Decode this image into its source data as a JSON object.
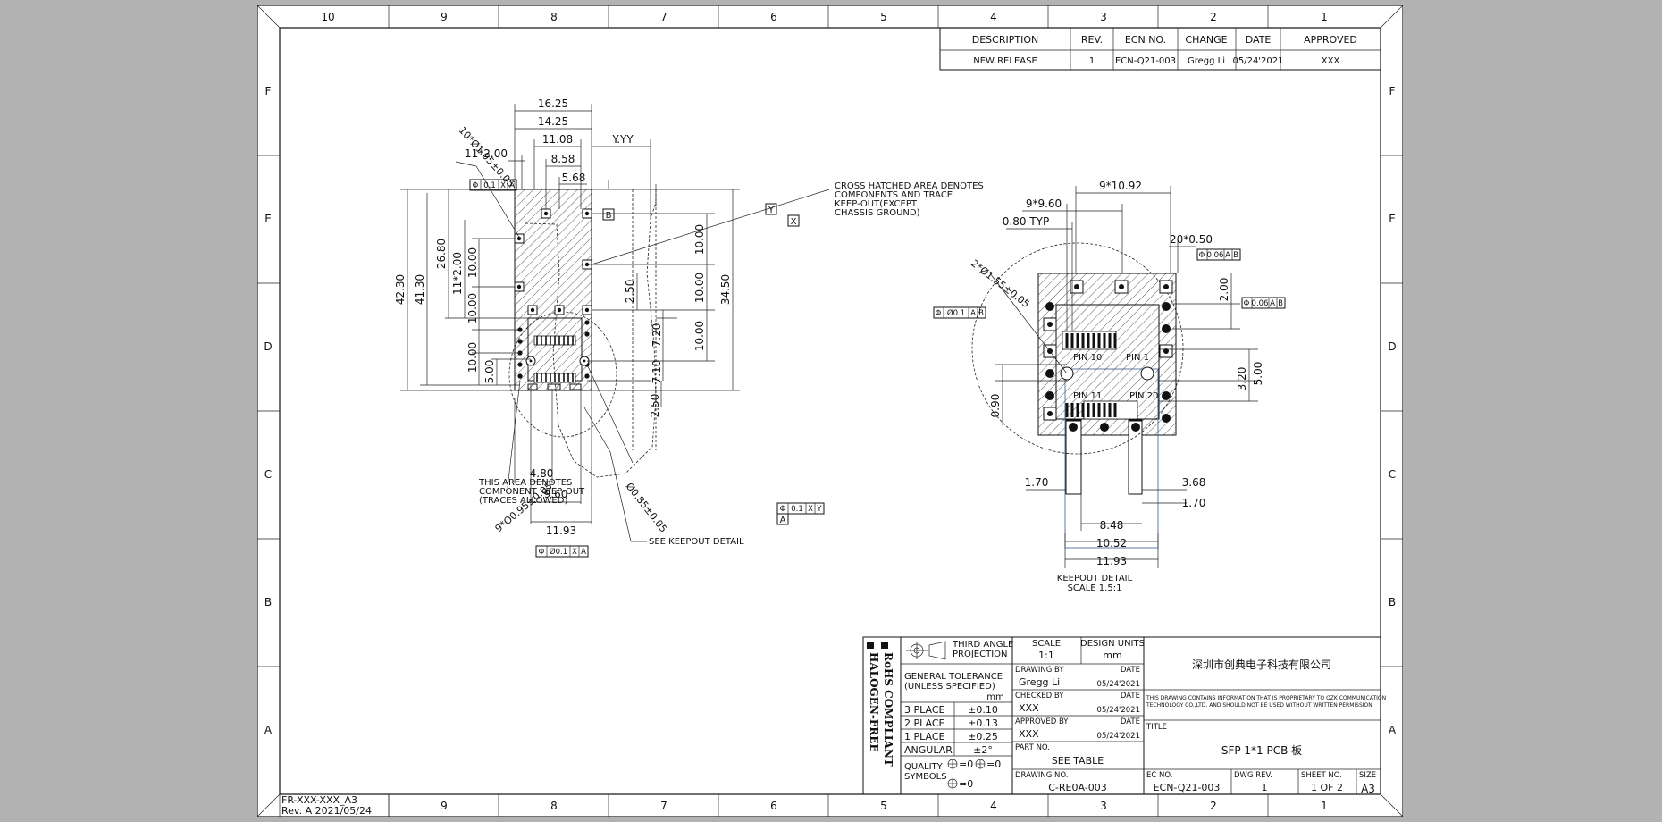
{
  "border": {
    "columns": [
      "10",
      "9",
      "8",
      "7",
      "6",
      "5",
      "4",
      "3",
      "2",
      "1"
    ],
    "rows": [
      "F",
      "E",
      "D",
      "C",
      "B",
      "A"
    ]
  },
  "corner": {
    "code": "FR-XXX-XXX_A3",
    "rev": "Rev. A 2021/05/24"
  },
  "revision_table": {
    "headers": [
      "DESCRIPTION",
      "REV.",
      "ECN NO.",
      "CHANGE",
      "DATE",
      "APPROVED"
    ],
    "row": [
      "NEW RELEASE",
      "1",
      "ECN-Q21-003",
      "Gregg Li",
      "05/24'2021",
      "XXX"
    ]
  },
  "main_view": {
    "dims": [
      "16.25",
      "14.25",
      "11.08",
      "8.58",
      "5.68",
      "Y.YY",
      "11*2.00",
      "42.30",
      "41.30",
      "26.80",
      "11*2.00",
      "10.00",
      "10.00",
      "10.00",
      "5.00",
      "2.50",
      "10.00",
      "10.00",
      "10.00",
      "34.50",
      "7.20",
      "7.10",
      "2.50",
      "4.80",
      "9.60",
      "11.93"
    ],
    "diam_callouts": [
      "10*Ø1.05±0.05",
      "9*Ø0.95±0.05",
      "Ø0.85±0.05"
    ],
    "datums": [
      "B",
      "Y",
      "X",
      "A"
    ],
    "fcf": [
      "Φ",
      "0.1",
      "X",
      "A",
      "Φ",
      "Ø0.1",
      "X",
      "A",
      "Φ",
      "0.1",
      "X",
      "Y"
    ],
    "notes": {
      "cross_hatched": [
        "CROSS HATCHED AREA DENOTES",
        "COMPONENTS AND TRACE",
        "KEEP-OUT(EXCEPT",
        "CHASSIS GROUND)"
      ],
      "keepout_area": [
        "THIS AREA DENOTES",
        "COMPONENT KEEP-OUT",
        "(TRACES ALLOWED)"
      ],
      "see_keepout": "SEE KEEPOUT DETAIL"
    }
  },
  "detail_view": {
    "dims": [
      "9*10.92",
      "9*9.60",
      "0.80  TYP",
      "20*0.50",
      "2*Ø1.55±0.05",
      "2.00",
      "0.90",
      "3.20",
      "5.00",
      "1.70",
      "3.68",
      "1.70",
      "8.48",
      "10.52",
      "11.93"
    ],
    "fcf": [
      "Φ",
      "0.06",
      "A",
      "B",
      "Φ",
      "0.06",
      "A",
      "B",
      "Φ",
      "Ø0.1",
      "A",
      "B"
    ],
    "pins": [
      "PIN  10",
      "PIN  1",
      "PIN  11",
      "PIN  20"
    ],
    "title": "KEEPOUT DETAIL",
    "scale": "SCALE  1.5:1"
  },
  "title_block": {
    "rohs": "RoHS COMPLIANT",
    "halogen": "HALOGEN-FREE",
    "projection": [
      "THIRD ANGLE",
      "PROJECTION"
    ],
    "scale_label": "SCALE",
    "scale_value": "1:1",
    "units_label": "DESIGN UNITS",
    "units_value": "mm",
    "company": "深圳市创典电子科技有限公司",
    "tolerance_label": [
      "GENERAL TOLERANCE",
      "(UNLESS SPECIFIED)"
    ],
    "tolerance_unit": "mm",
    "tolerances": [
      [
        "3 PLACE",
        "±0.10"
      ],
      [
        "2 PLACE",
        "±0.13"
      ],
      [
        "1 PLACE",
        "±0.25"
      ],
      [
        "ANGULAR",
        "±2°"
      ]
    ],
    "drawing_by_label": "DRAWING BY",
    "drawing_by": "Gregg  Li",
    "drawing_date": "05/24'2021",
    "checked_by_label": "CHECKED BY",
    "checked_by": "XXX",
    "checked_date": "05/24'2021",
    "approved_by_label": "APPROVED BY",
    "approved_by": "XXX",
    "approved_date": "05/24'2021",
    "date_label": "DATE",
    "proprietary": [
      "THIS DRAWING CONTAINS INFORMATION THAT IS PROPRIETARY TO QZK COMMUNICATION",
      "TECHNOLOGY CO.,LTD. AND SHOULD NOT BE USED WITHOUT WRITTEN PERMISSION"
    ],
    "title_label": "TITLE",
    "title": "SFP  1*1  PCB  板",
    "part_no_label": "PART NO.",
    "part_no": "SEE  TABLE",
    "quality_label": [
      "QUALITY",
      "SYMBOLS"
    ],
    "quality_values": [
      "=0",
      "=0",
      "=0"
    ],
    "drawing_no_label": "DRAWING NO.",
    "drawing_no": "C-RE0A-003",
    "ec_no_label": "EC NO.",
    "ec_no": "ECN-Q21-003",
    "dwg_rev_label": "DWG REV.",
    "dwg_rev": "1",
    "sheet_no_label": "SHEET NO.",
    "sheet_no": "1  OF 2",
    "size_label": "SIZE",
    "size": "A3"
  }
}
